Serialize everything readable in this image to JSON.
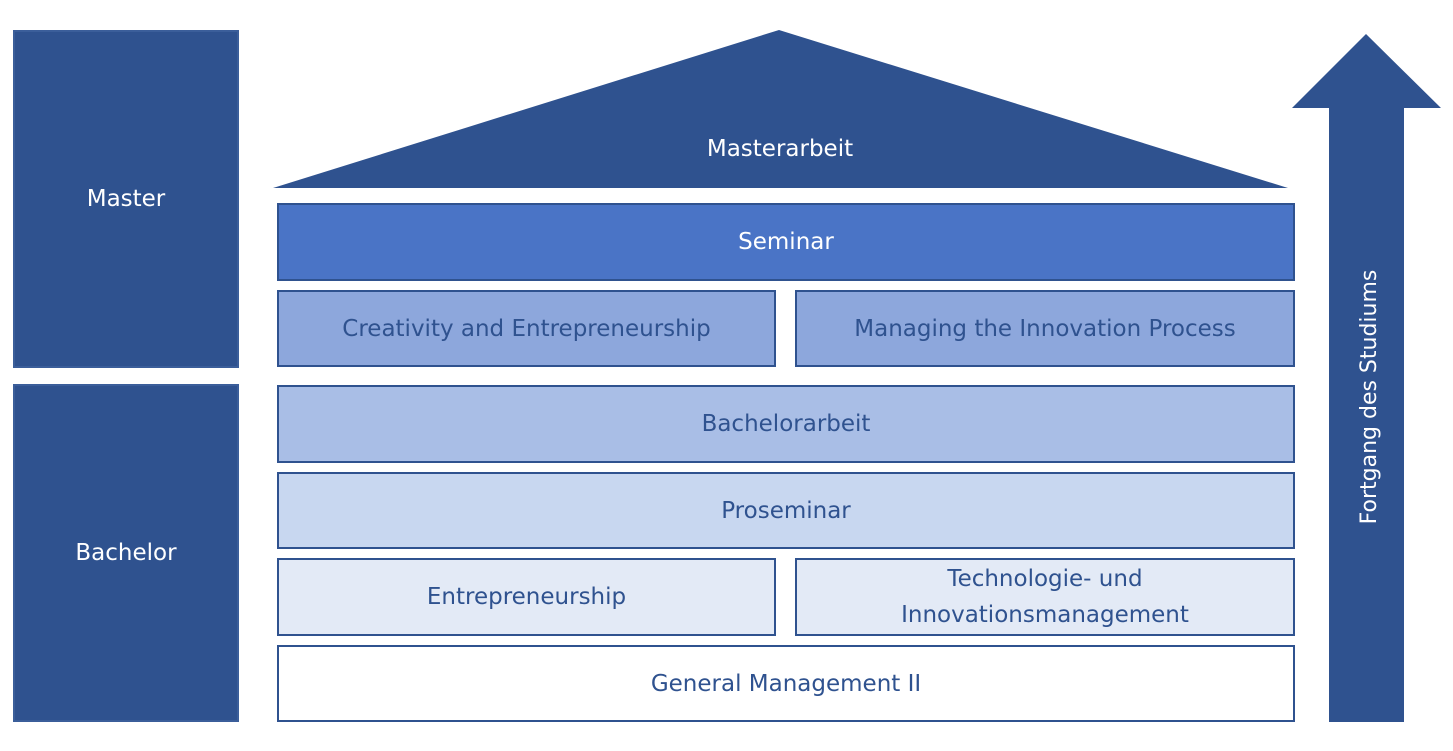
{
  "levels": {
    "master": "Master",
    "bachelor": "Bachelor"
  },
  "roof": {
    "label": "Masterarbeit",
    "color": "#2F528F"
  },
  "blocks": {
    "seminar": "Seminar",
    "creativity": "Creativity and Entrepreneurship",
    "managing_innovation": "Managing the Innovation Process",
    "bachelorarbeit": "Bachelorarbeit",
    "proseminar": "Proseminar",
    "entrepreneurship": "Entrepreneurship",
    "technologie": "Technologie- und\nInnovationsmanagement",
    "general_management": "General Management II"
  },
  "arrow": {
    "label": "Fortgang des Studiums",
    "color": "#2F528F"
  },
  "colors": {
    "dark": "#2F528F",
    "seminar": "#4A74C6",
    "tier2": "#8DA7DC",
    "tier3": "#A9BEE6",
    "tier4": "#C8D7F0",
    "tier5": "#E3EAF6",
    "tier6": "#FFFFFF"
  }
}
